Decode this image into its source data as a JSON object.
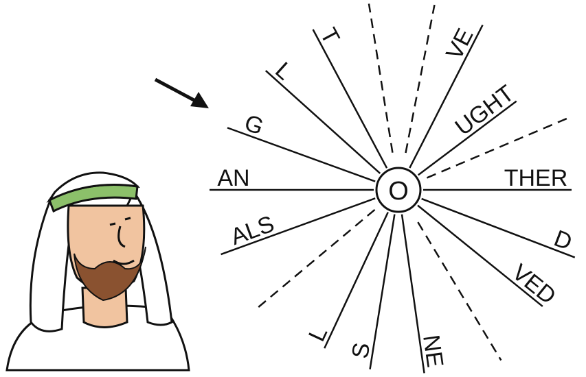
{
  "puzzle": {
    "center_letter": "O",
    "arrow_icon": "arrow-right-icon",
    "spokes": [
      {
        "label": "G",
        "style": "solid"
      },
      {
        "label": "L",
        "style": "solid"
      },
      {
        "label": "T",
        "style": "solid"
      },
      {
        "label": "",
        "style": "dashed"
      },
      {
        "label": "",
        "style": "dashed"
      },
      {
        "label": "VE",
        "style": "solid"
      },
      {
        "label": "UGHT",
        "style": "solid"
      },
      {
        "label": "",
        "style": "dashed"
      },
      {
        "label": "THER",
        "style": "solid"
      },
      {
        "label": "D",
        "style": "solid"
      },
      {
        "label": "VED",
        "style": "solid"
      },
      {
        "label": "",
        "style": "dashed"
      },
      {
        "label": "NE",
        "style": "solid"
      },
      {
        "label": "S",
        "style": "solid"
      },
      {
        "label": "L",
        "style": "solid"
      },
      {
        "label": "",
        "style": "dashed"
      },
      {
        "label": "ALS",
        "style": "solid"
      },
      {
        "label": "AN",
        "style": "solid"
      }
    ]
  },
  "illustration": {
    "figure_icon": "bearded-man-headdress-icon",
    "colors": {
      "headband": "#8cc06a",
      "skin": "#f1c4a0",
      "beard": "#8a5230",
      "outline": "#111111"
    }
  }
}
